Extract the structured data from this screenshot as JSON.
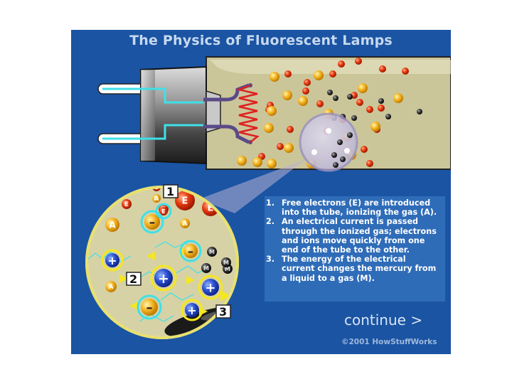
{
  "title": "The Physics of Fluorescent Lamps",
  "steps": [
    {
      "num": "1.",
      "text": "Free electrons (E) are introduced into the tube, ionizing the gas (A)."
    },
    {
      "num": "2.",
      "text": "An electrical current is passed through the ionized gas; electrons and ions move quickly from one end of the tube to the other."
    },
    {
      "num": "3.",
      "text": "The energy of the electrical current changes the mercury from a liquid to a gas (M)."
    }
  ],
  "continue_label": "continue  >",
  "copyright": "©2001 HowStuffWorks",
  "diagram_labels": {
    "one": "1",
    "two": "2",
    "three": "3"
  },
  "particle_letters": {
    "electron": "E",
    "gas": "A",
    "mercury": "M",
    "plus": "+",
    "minus": "–"
  },
  "colors": {
    "background": "#1a54a3",
    "text_box": "#2f6cb8",
    "tube": "#cbc69a",
    "electron": "#e83a10",
    "gas_atom": "#f2b21f",
    "mercury": "#2a2a2a",
    "filament": "#e02020",
    "wire": "#3fe0e8"
  }
}
